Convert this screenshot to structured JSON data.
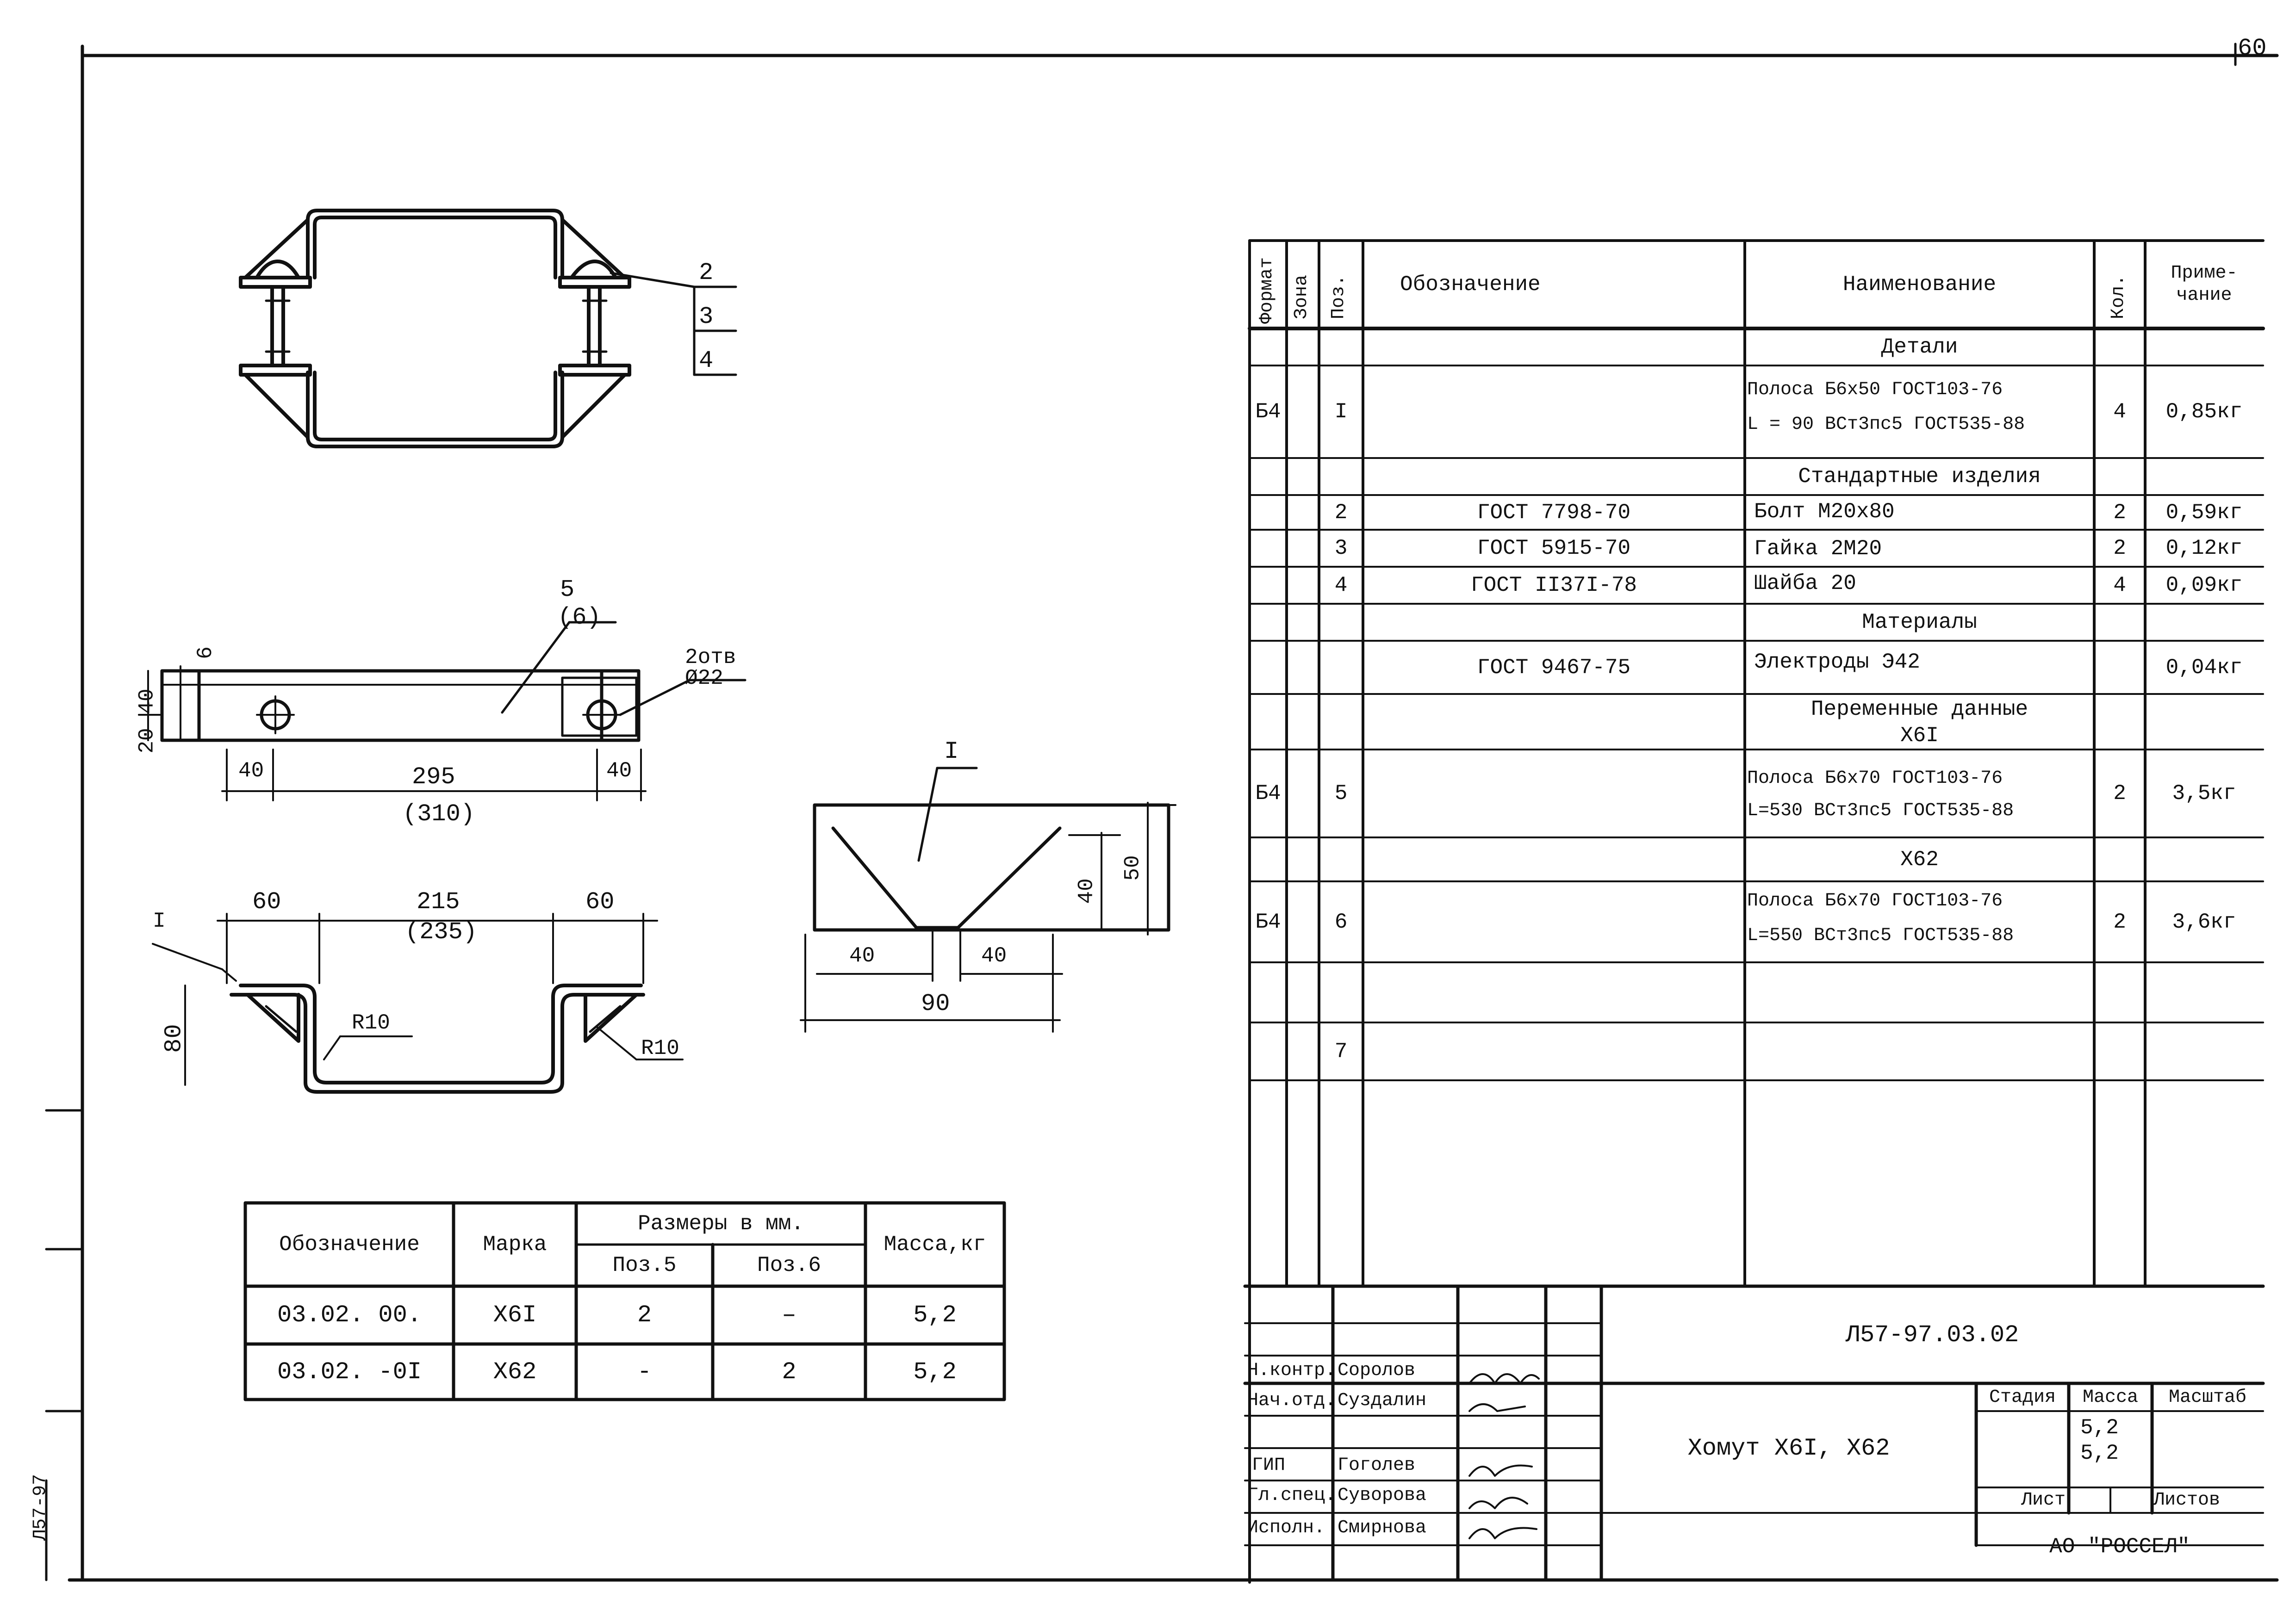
{
  "sheet": {
    "page_number": "60",
    "side_stamp": "Л57-97"
  },
  "drawing": {
    "top_view_labels": [
      "2",
      "3",
      "4"
    ],
    "strip_view": {
      "pos_top": "5",
      "pos_paren": "(6)",
      "holes": "2отв",
      "hole_dia": "Ø22",
      "dim_6": "6",
      "dim_20": "20",
      "dim_40": "40",
      "dim_40a": "40",
      "dim_295": "295",
      "dim_40b": "40",
      "dim_310": "(310)"
    },
    "bent_view": {
      "label_I": "I",
      "dim_60a": "60",
      "dim_215": "215",
      "dim_235": "(235)",
      "dim_60b": "60",
      "dim_80": "80",
      "r10a": "R10",
      "r10b": "R10"
    },
    "detail_view": {
      "label_I": "I",
      "dim_40_left": "40",
      "dim_40_right": "40",
      "dim_90": "90",
      "dim_40_v": "40",
      "dim_50_v": "50"
    }
  },
  "variants_table": {
    "headers": {
      "designation": "Обозначение",
      "mark": "Марка",
      "sizes": "Размеры в мм.",
      "pos5": "Поз.5",
      "pos6": "Поз.6",
      "mass": "Масса,кг"
    },
    "rows": [
      {
        "designation": "03.02. 00.",
        "mark": "Х6I",
        "pos5": "2",
        "pos6": "–",
        "mass": "5,2"
      },
      {
        "designation": "03.02. -0I",
        "mark": "Х62",
        "pos5": "-",
        "pos6": "2",
        "mass": "5,2"
      }
    ]
  },
  "spec_table": {
    "headers": {
      "format": "Формат",
      "zone": "Зона",
      "pos": "Поз.",
      "designation": "Обозначение",
      "name": "Наименование",
      "qty": "Кол.",
      "note": "Приме-чание"
    },
    "sections": {
      "details": "Детали",
      "standard": "Стандартные изделия",
      "materials": "Материалы",
      "variable": "Переменные данные",
      "x61": "Х6I",
      "x62": "Х62"
    },
    "rows": {
      "r1": {
        "format": "Б4",
        "pos": "I",
        "name1": "Полоса Б6х50 ГОСТ103-76",
        "name2": "L = 90 ВСт3пс5 ГОСТ535-88",
        "qty": "4",
        "note": "0,85кг"
      },
      "r2": {
        "pos": "2",
        "designation": "ГОСТ 7798-70",
        "name": "Болт М20х80",
        "qty": "2",
        "note": "0,59кг"
      },
      "r3": {
        "pos": "3",
        "designation": "ГОСТ 5915-70",
        "name": "Гайка 2М20",
        "qty": "2",
        "note": "0,12кг"
      },
      "r4": {
        "pos": "4",
        "designation": "ГОСТ II37I-78",
        "name": "Шайба 20",
        "qty": "4",
        "note": "0,09кг"
      },
      "r5": {
        "designation": "ГОСТ 9467-75",
        "name": "Электроды Э42",
        "note": "0,04кг"
      },
      "r6": {
        "format": "Б4",
        "pos": "5",
        "name1": "Полоса Б6х70 ГОСТ103-76",
        "name2": "L=530 ВСт3пс5 ГОСТ535-88",
        "qty": "2",
        "note": "3,5кг"
      },
      "r7": {
        "format": "Б4",
        "pos": "6",
        "name1": "Полоса Б6х70 ГОСТ103-76",
        "name2": "L=550 ВСт3пс5 ГОСТ535-88",
        "qty": "2",
        "note": "3,6кг"
      },
      "r8": {
        "pos": "7"
      }
    }
  },
  "title_block": {
    "code": "Л57-97.03.02",
    "title": "Хомут Х6I,  Х62",
    "stage": "Стадия",
    "mass": "Масса",
    "scale": "Масштаб",
    "mass_values": "5,2",
    "mass_values2": "5,2",
    "sheet": "Лист",
    "sheets": "Листов",
    "org": "АО \"РОССЕЛ\"",
    "roles": [
      {
        "role": "Н.контр.",
        "name": "Соролов"
      },
      {
        "role": "Нач.отд.",
        "name": "Суздалин"
      },
      {
        "role": "ГИП",
        "name": "Гоголев"
      },
      {
        "role": "Гл.спец.",
        "name": "Суворова"
      },
      {
        "role": "Исполн.",
        "name": "Смирнова"
      }
    ]
  }
}
